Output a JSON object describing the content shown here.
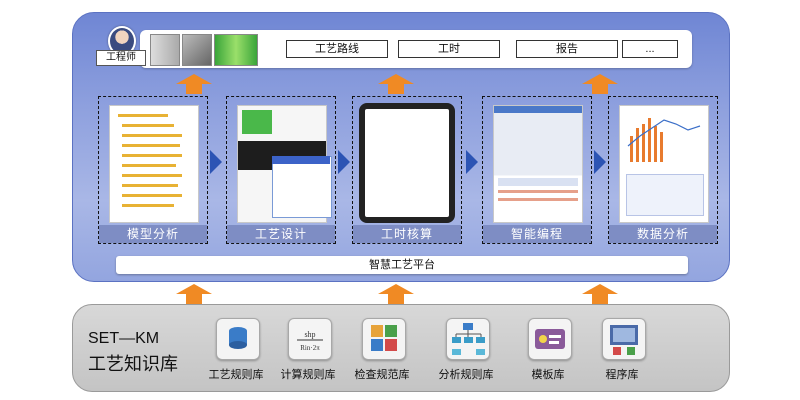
{
  "engineer": {
    "label": "工程师"
  },
  "header": {
    "buttons": [
      "工艺路线",
      "工时",
      "报告",
      "..."
    ]
  },
  "stages": [
    {
      "label": "模型分析"
    },
    {
      "label": "工艺设计"
    },
    {
      "label": "工时核算"
    },
    {
      "label": "智能编程"
    },
    {
      "label": "数据分析"
    }
  ],
  "platform": {
    "label": "智慧工艺平台"
  },
  "knowledge_base": {
    "title_line1": "SET—KM",
    "title_line2": "工艺知识库",
    "items": [
      {
        "label": "工艺规则库",
        "icon": "database-icon"
      },
      {
        "label": "计算规则库",
        "icon": "formula-icon"
      },
      {
        "label": "检查规范库",
        "icon": "checklist-icon"
      },
      {
        "label": "分析规则库",
        "icon": "tree-chart-icon"
      },
      {
        "label": "模板库",
        "icon": "template-icon"
      },
      {
        "label": "程序库",
        "icon": "program-icon"
      }
    ]
  },
  "colors": {
    "panel_blue": "#8ea0de",
    "arrow_orange": "#f08a24",
    "chevron_blue": "#2c54b4",
    "kb_gray": "#c8c8c8"
  }
}
